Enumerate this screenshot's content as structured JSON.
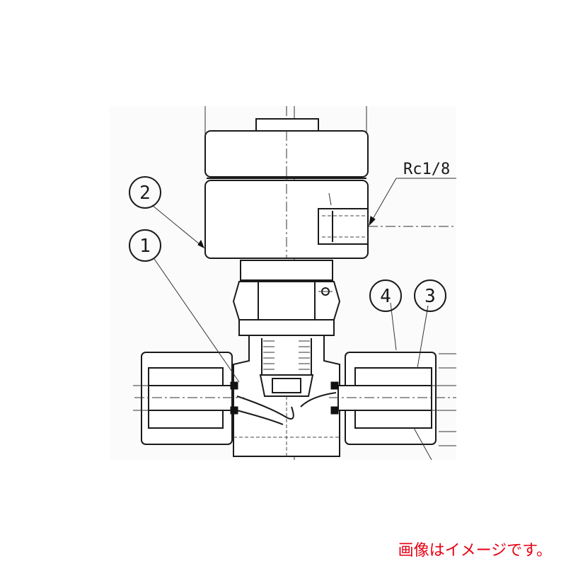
{
  "balloons": [
    {
      "id": "1",
      "label": "1"
    },
    {
      "id": "2",
      "label": "2"
    },
    {
      "id": "3",
      "label": "3"
    },
    {
      "id": "4",
      "label": "4"
    }
  ],
  "callout": "Rc1/8",
  "caption": "画像はイメージです。",
  "colors": {
    "caption": "#e60012",
    "line": "#1a1a1a"
  }
}
